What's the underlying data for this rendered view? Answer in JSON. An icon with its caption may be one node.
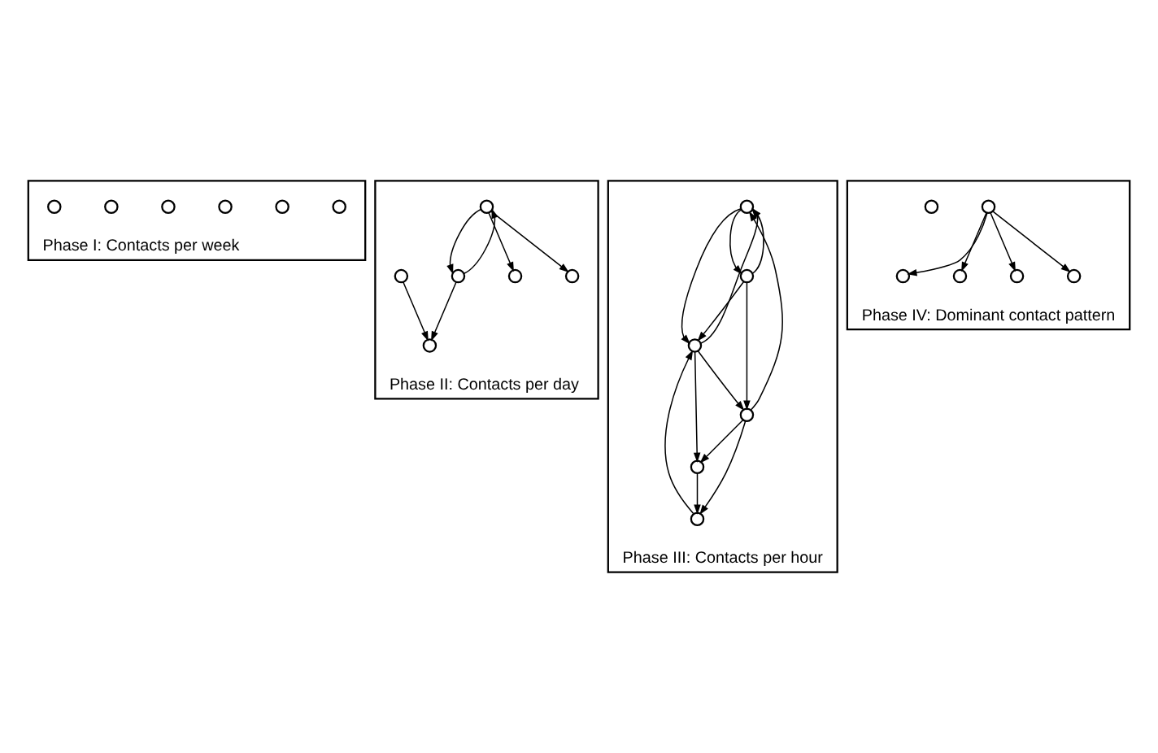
{
  "diagram": {
    "nodes": [
      {
        "text": [
          "Phase I: Contacts per week"
        ]
      },
      {
        "text": [],
        "shape": "circle",
        "in": 0
      },
      {
        "text": [],
        "shape": "circle",
        "in": 0
      },
      {
        "text": [],
        "shape": "circle",
        "in": 0
      },
      {
        "text": [],
        "shape": "circle",
        "in": 0
      },
      {
        "text": [],
        "shape": "circle",
        "in": 0
      },
      {
        "text": [],
        "shape": "circle",
        "in": 0
      },
      {
        "text": [
          "Phase II: Contacts per day"
        ]
      },
      {
        "text": [],
        "shape": "circle",
        "in": 7
      },
      {
        "text": [],
        "shape": "circle",
        "in": 7
      },
      {
        "text": [],
        "shape": "circle",
        "in": 7
      },
      {
        "text": [],
        "shape": "circle",
        "in": 7
      },
      {
        "text": [],
        "shape": "circle",
        "in": 7
      },
      {
        "text": [],
        "shape": "circle",
        "in": 7
      },
      {
        "text": [
          "Phase III: Contacts per hour"
        ]
      },
      {
        "text": [],
        "shape": "circle",
        "in": 14
      },
      {
        "text": [],
        "shape": "circle",
        "in": 14
      },
      {
        "text": [],
        "shape": "circle",
        "in": 14
      },
      {
        "text": [],
        "shape": "circle",
        "in": 14
      },
      {
        "text": [],
        "shape": "circle",
        "in": 14
      },
      {
        "text": [],
        "shape": "circle",
        "in": 14
      },
      {
        "text": [
          "Phase IV: Dominant contact pattern"
        ]
      },
      {
        "text": [],
        "shape": "circle",
        "in": 21
      },
      {
        "text": [],
        "shape": "circle",
        "in": 21
      },
      {
        "text": [],
        "shape": "circle",
        "in": 21
      },
      {
        "text": [],
        "shape": "circle",
        "in": 21
      },
      {
        "text": [],
        "shape": "circle",
        "in": 21
      },
      {
        "text": [],
        "shape": "circle",
        "in": 21
      }
    ],
    "edges": [
      {
        "from": 10,
        "to": 8,
        "arrow": "to"
      },
      {
        "from": 10,
        "to": 9,
        "arrow": "to"
      },
      {
        "from": 9,
        "to": 10,
        "arrow": "to"
      },
      {
        "from": 9,
        "to": 11,
        "arrow": "to"
      },
      {
        "from": 10,
        "to": 12,
        "arrow": "to"
      },
      {
        "from": 13,
        "to": 11,
        "arrow": "to"
      },
      {
        "from": 16,
        "to": 15,
        "arrow": "to"
      },
      {
        "from": 15,
        "to": 19,
        "arrow": "to"
      },
      {
        "from": 19,
        "to": 15,
        "arrow": "to"
      },
      {
        "from": 15,
        "to": 17,
        "arrow": "to"
      },
      {
        "from": 17,
        "to": 15,
        "arrow": "to"
      },
      {
        "from": 17,
        "to": 20,
        "arrow": "to"
      },
      {
        "from": 19,
        "to": 16,
        "arrow": "to"
      },
      {
        "from": 17,
        "to": 16,
        "arrow": "to"
      },
      {
        "from": 19,
        "to": 17,
        "arrow": "to"
      },
      {
        "from": 16,
        "to": 20,
        "arrow": "to"
      },
      {
        "from": 16,
        "to": 18,
        "arrow": "to"
      },
      {
        "from": 18,
        "to": 17,
        "arrow": "to"
      },
      {
        "from": 20,
        "to": 18,
        "arrow": "to"
      },
      {
        "from": 24,
        "to": 22,
        "arrow": "to"
      },
      {
        "from": 24,
        "to": 23,
        "arrow": "to"
      },
      {
        "from": 24,
        "to": 26,
        "arrow": "to"
      },
      {
        "from": 24,
        "to": 27,
        "arrow": "to"
      }
    ]
  }
}
